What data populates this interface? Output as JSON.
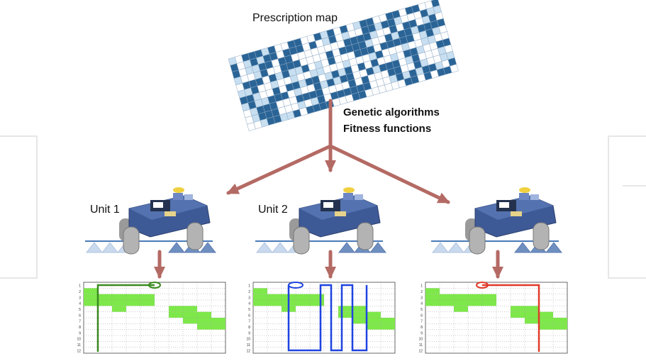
{
  "prescription_map": {
    "title": "Prescription map",
    "colors": {
      "dark": "#2a6496",
      "light": "#c7dff0",
      "grid": "#8fa9c4"
    }
  },
  "process": {
    "lines": [
      "Genetic algorithms",
      "Fitness functions"
    ],
    "arrow_color": "#b46a64"
  },
  "units": [
    {
      "label": "Unit 1",
      "path_color": "#3a8a1f"
    },
    {
      "label": "Unit 2",
      "path_color": "#1f44e0"
    },
    {
      "label": "",
      "path_color": "#e03a2a"
    }
  ],
  "field_grid": {
    "rows": 12,
    "cols": 10,
    "treated_color": "#7ee84a"
  },
  "colors": {
    "watermark": "#e8e8e8",
    "robot_body": "#3e5a96",
    "robot_wheel": "#9a9a9a"
  }
}
